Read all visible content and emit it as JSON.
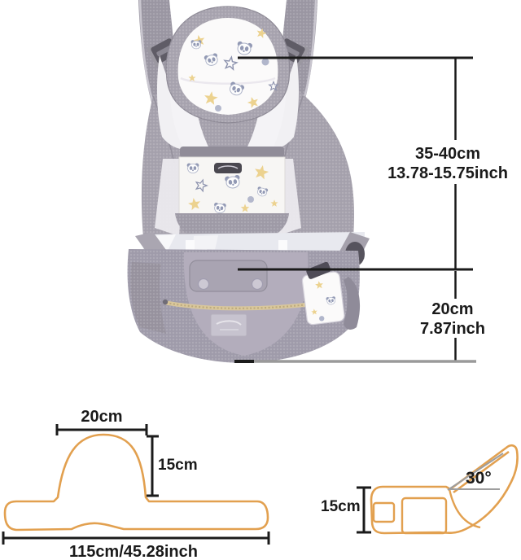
{
  "carrier_annotations": {
    "back_height": {
      "cm": "35-40cm",
      "inch": "13.78-15.75inch"
    },
    "seat_depth": {
      "cm": "20cm",
      "inch": "7.87inch"
    }
  },
  "belt_diagram": {
    "top_width": "20cm",
    "height": "15cm",
    "total_length": "115cm/45.28inch"
  },
  "seat_diagram": {
    "height": "15cm",
    "angle": "30°"
  },
  "icons": {
    "star_motif": "star-icon",
    "panda_motif": "panda-icon"
  },
  "colors": {
    "dimension_line": "#1b1b1b",
    "secondary_line": "#9a9a9a",
    "outline_orange": "#e2a04f",
    "carrier_gray": "#a6a2ad",
    "carrier_lavender": "#b3adbc",
    "pattern_yellow": "#ecd28f",
    "pattern_blue": "#9299b4",
    "zipper_beige": "#d9c79c",
    "background": "#ffffff"
  }
}
